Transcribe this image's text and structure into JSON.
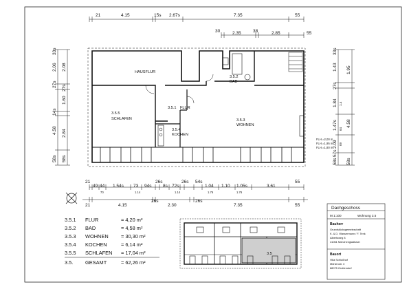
{
  "plan": {
    "rooms": [
      {
        "code": "3.5.2",
        "name": "BAD"
      },
      {
        "code": "3.5.1",
        "name": "FLUR"
      },
      {
        "code": "3.5.5",
        "name": "SCHLAFEN"
      },
      {
        "code": "3.5.4",
        "name": "KOCHEN"
      },
      {
        "code": "3.5.3",
        "name": "WOHNEN"
      }
    ],
    "hausflur": "HAUSFLUR",
    "window_heights": [
      "FLH.=2,00 m",
      "FLH.=1,95 m",
      "FLH.=1,80 m"
    ]
  },
  "dims": {
    "top1": [
      "21",
      "4.15",
      "15s",
      "2.67s",
      "7.35",
      "55"
    ],
    "top2": [
      "30",
      "2.35",
      "38",
      "2.85",
      "55"
    ],
    "left": [
      "33s",
      "2.06",
      "2.08",
      "27s",
      "27s",
      "1.60",
      "14s",
      "4.58",
      "2.84",
      "58s",
      "58s"
    ],
    "right": [
      "33s",
      "1.43",
      "1.95",
      "27s",
      "1.84",
      "1.4",
      "4.58",
      "1.47s",
      "64",
      "2.09",
      "09",
      "57s",
      "58s",
      "58s"
    ],
    "bot1": [
      "21",
      "49",
      "44",
      "1.54s",
      "73",
      "94s",
      "26s",
      "8s",
      "72s",
      "26s",
      "54s",
      "1.04",
      "1.10",
      "1.05s",
      "3.61",
      "55"
    ],
    "bot1_sub": [
      "70",
      "1.14",
      "1.14",
      "1.76",
      "1.76"
    ],
    "bot2": [
      "21",
      "4.15",
      "26s",
      "2.30",
      "26s",
      "7.35",
      "55"
    ]
  },
  "legend": [
    {
      "code": "3.5.1",
      "name": "FLUR",
      "value": "= 4,20 m²"
    },
    {
      "code": "3.5.2",
      "name": "BAD",
      "value": "= 4,58 m²"
    },
    {
      "code": "3.5.3",
      "name": "WOHNEN",
      "value": "= 30,30 m²"
    },
    {
      "code": "3.5.4",
      "name": "KOCHEN",
      "value": "= 6,14 m²"
    },
    {
      "code": "3.5.5",
      "name": "SCHLAFEN",
      "value": "= 17,04 m²"
    },
    {
      "code": "3.5.",
      "name": "GESAMT",
      "value": "= 62,26 m²"
    }
  ],
  "title_block": {
    "title": "Dachgeschoss",
    "scale": "M 1:100",
    "unit": "Wohnung 3.5",
    "bauherr_label": "Bauherr",
    "bauherr_lines": [
      "Grundstücksgemeinschaft",
      "K. & D. Wassermann / F. Tenk",
      "Albertsweg 8",
      "41061 Mönchengladbach"
    ],
    "bauort_label": "Bauort",
    "bauort_lines": [
      "Villa Schloßhof",
      "Mühlenstr. 3",
      "88075 Grottendorf"
    ]
  },
  "keyplan": {
    "label": "3.5"
  }
}
